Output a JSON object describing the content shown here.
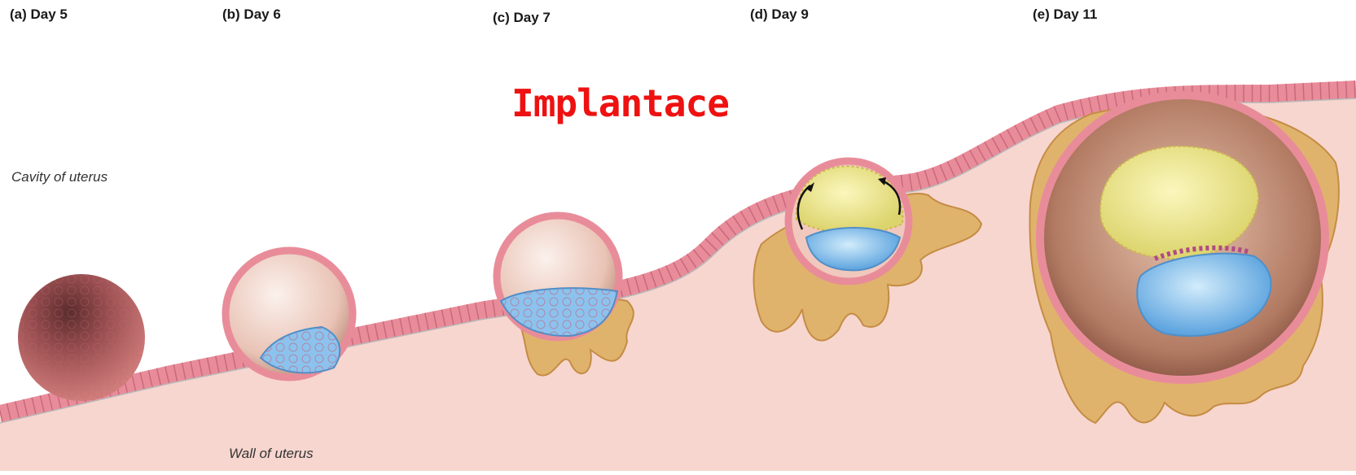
{
  "title": "Implantace",
  "stages": [
    {
      "id": "a",
      "label": "(a) Day 5"
    },
    {
      "id": "b",
      "label": "(b) Day 6"
    },
    {
      "id": "c",
      "label": "(c) Day 7"
    },
    {
      "id": "d",
      "label": "(d) Day 9"
    },
    {
      "id": "e",
      "label": "(e) Day 11"
    }
  ],
  "labels": {
    "cavity": "Cavity of uterus",
    "wall": "Wall of uterus"
  },
  "colors": {
    "title": "#ee1111",
    "uterine_wall": "#f7d6cf",
    "epithelium": "#e98c9a",
    "trophoblast": "#e0b36d",
    "amniotic_cavity": "#eee78c",
    "embryoblast": "#8cc3ee",
    "morula": "#a85a58"
  }
}
